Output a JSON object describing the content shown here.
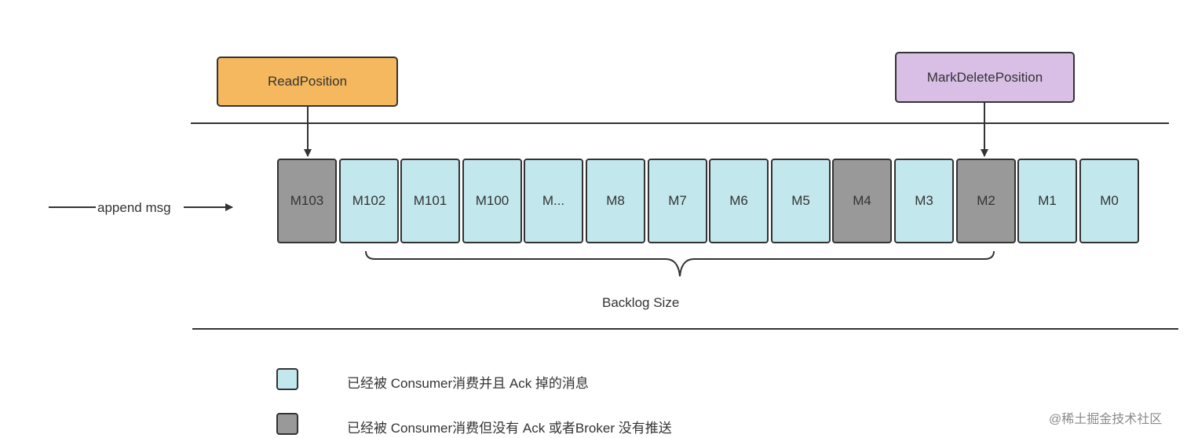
{
  "diagram": {
    "read_position": {
      "label": "ReadPosition",
      "color": "#f5b85e"
    },
    "mark_delete_position": {
      "label": "MarkDeletePosition",
      "color": "#d9bee6"
    },
    "append_label": "append msg",
    "backlog_label": "Backlog Size",
    "colors": {
      "consumed_acked": "#c2e8ee",
      "consumed_not_acked": "#999999",
      "border": "#333333"
    },
    "cells": [
      {
        "label": "M103",
        "state": "consumed_not_acked"
      },
      {
        "label": "M102",
        "state": "consumed_acked"
      },
      {
        "label": "M101",
        "state": "consumed_acked"
      },
      {
        "label": "M100",
        "state": "consumed_acked"
      },
      {
        "label": "M...",
        "state": "consumed_acked"
      },
      {
        "label": "M8",
        "state": "consumed_acked"
      },
      {
        "label": "M7",
        "state": "consumed_acked"
      },
      {
        "label": "M6",
        "state": "consumed_acked"
      },
      {
        "label": "M5",
        "state": "consumed_acked"
      },
      {
        "label": "M4",
        "state": "consumed_not_acked"
      },
      {
        "label": "M3",
        "state": "consumed_acked"
      },
      {
        "label": "M2",
        "state": "consumed_not_acked"
      },
      {
        "label": "M1",
        "state": "consumed_acked"
      },
      {
        "label": "M0",
        "state": "consumed_acked"
      }
    ]
  },
  "legend": [
    {
      "text": "已经被 Consumer消费并且 Ack 掉的消息",
      "state": "consumed_acked"
    },
    {
      "text": "已经被 Consumer消费但没有 Ack 或者Broker 没有推送",
      "state": "consumed_not_acked"
    }
  ],
  "watermark": "@稀土掘金技术社区"
}
